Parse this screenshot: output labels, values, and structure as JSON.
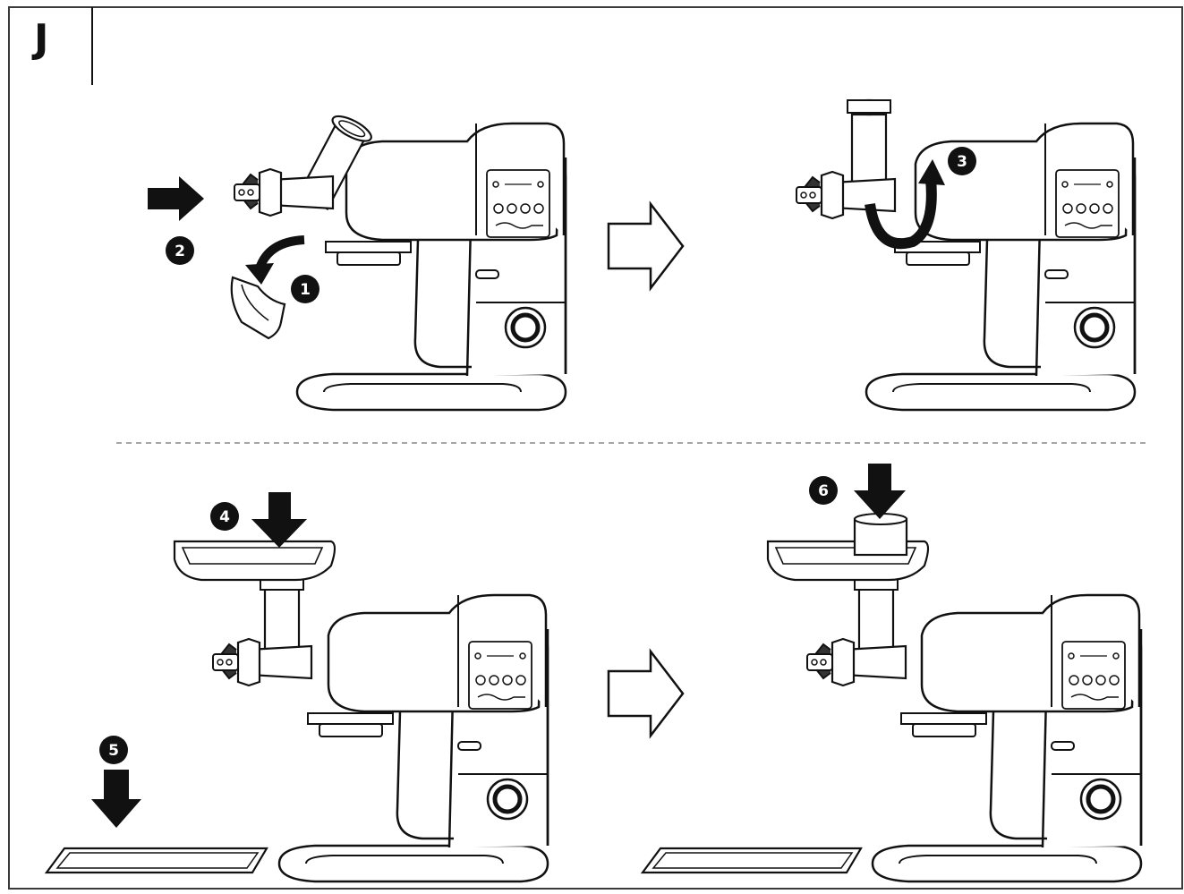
{
  "section": {
    "letter": "J"
  },
  "steps": [
    {
      "id": "step-1",
      "number": "1"
    },
    {
      "id": "step-2",
      "number": "2"
    },
    {
      "id": "step-3",
      "number": "3"
    },
    {
      "id": "step-4",
      "number": "4"
    },
    {
      "id": "step-5",
      "number": "5"
    },
    {
      "id": "step-6",
      "number": "6"
    }
  ],
  "panels": [
    "top-left",
    "top-right",
    "bottom-left",
    "bottom-right"
  ],
  "colors": {
    "line": "#111111",
    "frame": "#3a3a3a",
    "divider": "#888888",
    "badge_fill": "#111111",
    "badge_text": "#ffffff"
  }
}
